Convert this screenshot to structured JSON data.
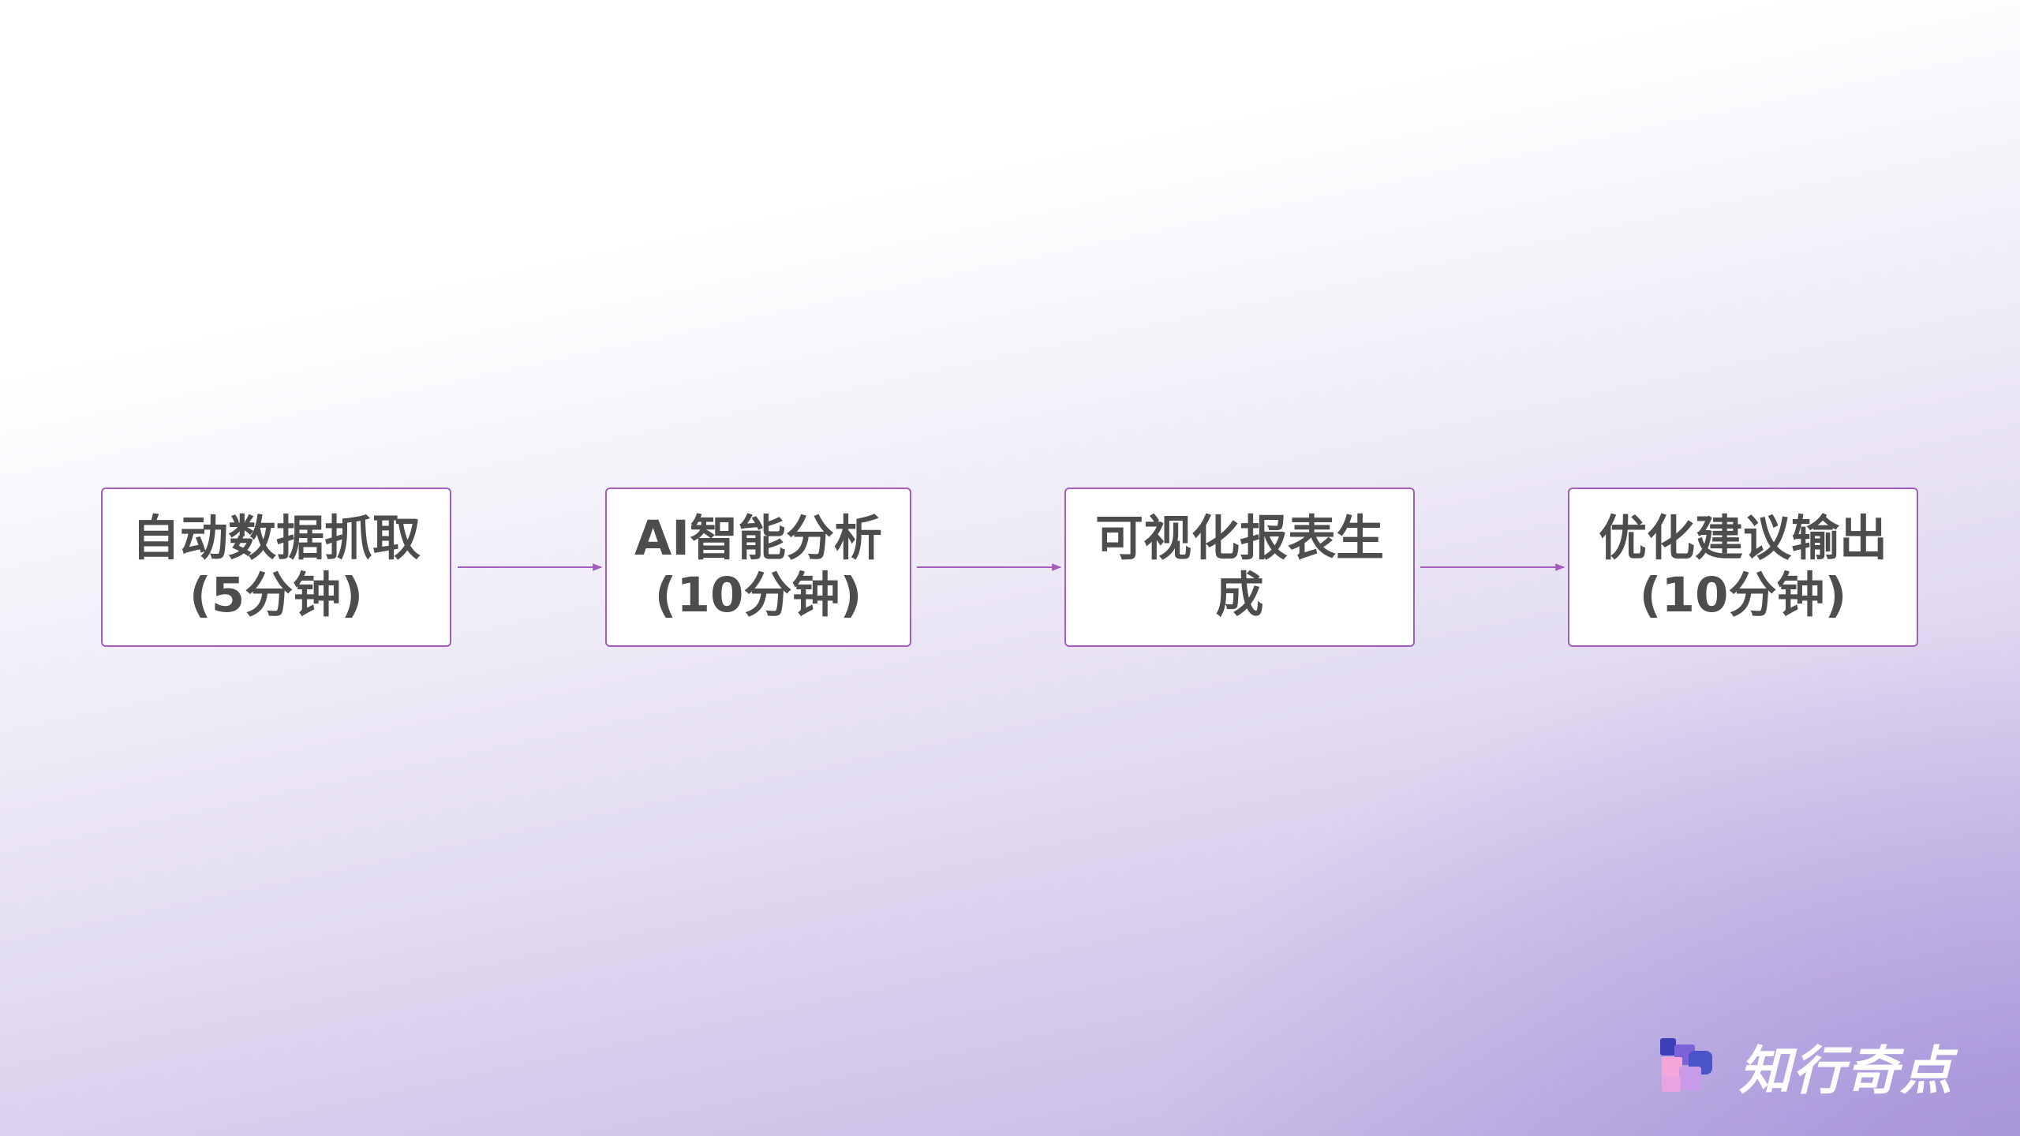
{
  "steps": [
    {
      "line1": "自动数据抓取",
      "line2": "(5分钟)"
    },
    {
      "line1": "AI智能分析",
      "line2": "(10分钟)"
    },
    {
      "line1": "可视化报表生",
      "line2": "成"
    },
    {
      "line1": "优化建议输出",
      "line2": "(10分钟)"
    }
  ],
  "brand": {
    "name": "知行奇点",
    "logo_icon": "brand-logo-icon"
  },
  "colors": {
    "box_border": "#a35bbd",
    "arrow": "#a35bbd",
    "text": "#4d4d4d",
    "logo_text": "#ffffff"
  }
}
